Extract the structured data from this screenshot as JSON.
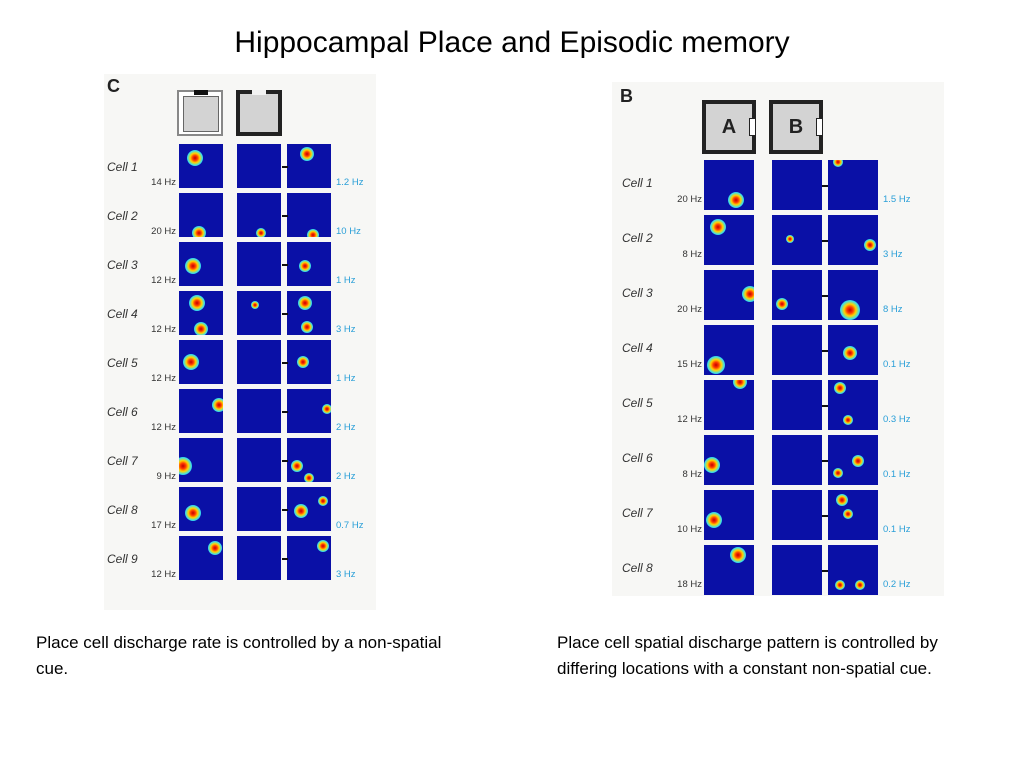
{
  "title": "Hippocampal Place and Episodic memory",
  "panel_c": {
    "letter": "C",
    "cells": [
      {
        "label": "Cell 1",
        "rate_left": "14 Hz",
        "rate_right": "1.2 Hz"
      },
      {
        "label": "Cell 2",
        "rate_left": "20 Hz",
        "rate_right": "10 Hz"
      },
      {
        "label": "Cell 3",
        "rate_left": "12 Hz",
        "rate_right": "1 Hz"
      },
      {
        "label": "Cell 4",
        "rate_left": "12 Hz",
        "rate_right": "3 Hz"
      },
      {
        "label": "Cell 5",
        "rate_left": "12 Hz",
        "rate_right": "1 Hz"
      },
      {
        "label": "Cell 6",
        "rate_left": "12 Hz",
        "rate_right": "2 Hz"
      },
      {
        "label": "Cell 7",
        "rate_left": "9 Hz",
        "rate_right": "2 Hz"
      },
      {
        "label": "Cell 8",
        "rate_left": "17 Hz",
        "rate_right": "0.7 Hz"
      },
      {
        "label": "Cell 9",
        "rate_left": "12 Hz",
        "rate_right": "3 Hz"
      }
    ],
    "caption": "Place cell discharge rate is controlled by a non-spatial cue."
  },
  "panel_b": {
    "letter": "B",
    "box_a": "A",
    "box_b": "B",
    "cells": [
      {
        "label": "Cell 1",
        "rate_left": "20 Hz",
        "rate_right": "1.5 Hz"
      },
      {
        "label": "Cell 2",
        "rate_left": "8 Hz",
        "rate_right": "3 Hz"
      },
      {
        "label": "Cell 3",
        "rate_left": "20 Hz",
        "rate_right": "8 Hz"
      },
      {
        "label": "Cell 4",
        "rate_left": "15 Hz",
        "rate_right": "0.1 Hz"
      },
      {
        "label": "Cell 5",
        "rate_left": "12 Hz",
        "rate_right": "0.3 Hz"
      },
      {
        "label": "Cell 6",
        "rate_left": "8 Hz",
        "rate_right": "0.1 Hz"
      },
      {
        "label": "Cell 7",
        "rate_left": "10 Hz",
        "rate_right": "0.1 Hz"
      },
      {
        "label": "Cell 8",
        "rate_left": "18 Hz",
        "rate_right": "0.2 Hz"
      }
    ],
    "caption": "Place cell spatial discharge pattern is controlled by differing locations with a constant non-spatial cue."
  }
}
